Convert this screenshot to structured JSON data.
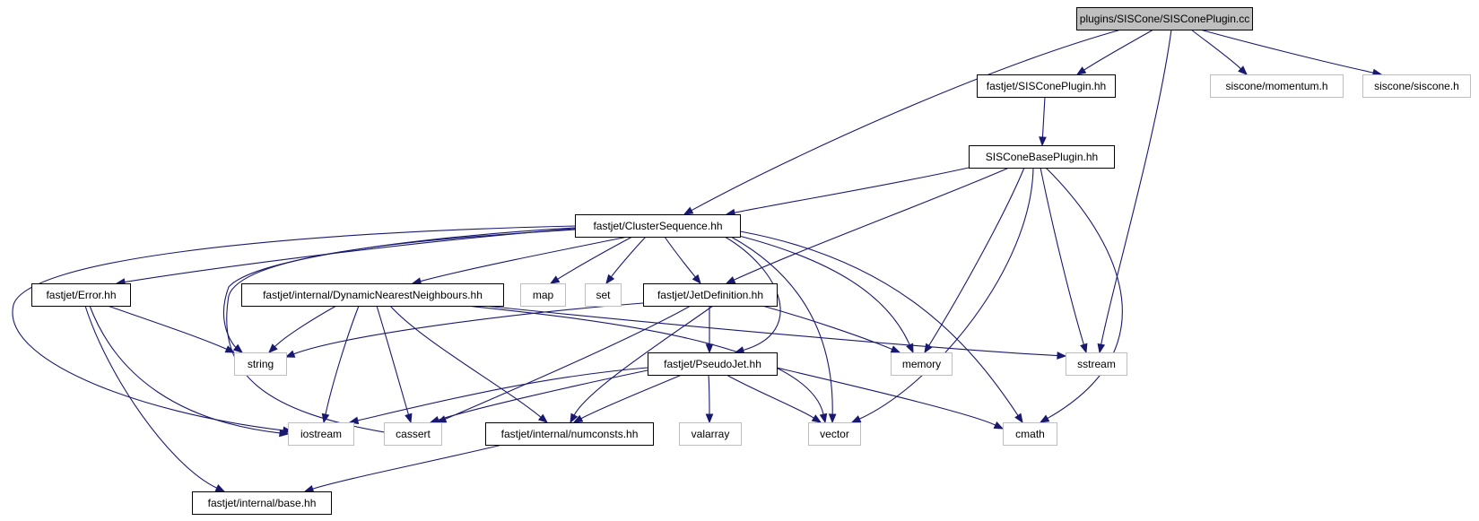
{
  "colors": {
    "edge": "#191970",
    "root_fill": "#bfbfbf",
    "documented_border": "#000000",
    "external_border": "#bfbfbf",
    "background": "#ffffff"
  },
  "nodes": [
    {
      "id": "root",
      "label": "plugins/SISCone/SISConePlugin.cc",
      "kind": "root"
    },
    {
      "id": "sisconeplugin_hh",
      "label": "fastjet/SISConePlugin.hh",
      "kind": "documented"
    },
    {
      "id": "momentum_h",
      "label": "siscone/momentum.h",
      "kind": "external"
    },
    {
      "id": "siscone_h",
      "label": "siscone/siscone.h",
      "kind": "external"
    },
    {
      "id": "sisconebase_hh",
      "label": "SISConeBasePlugin.hh",
      "kind": "documented"
    },
    {
      "id": "clusterseq_hh",
      "label": "fastjet/ClusterSequence.hh",
      "kind": "documented"
    },
    {
      "id": "error_hh",
      "label": "fastjet/Error.hh",
      "kind": "documented"
    },
    {
      "id": "dnn_hh",
      "label": "fastjet/internal/DynamicNearestNeighbours.hh",
      "kind": "documented"
    },
    {
      "id": "map",
      "label": "map",
      "kind": "external"
    },
    {
      "id": "set",
      "label": "set",
      "kind": "external"
    },
    {
      "id": "jetdef_hh",
      "label": "fastjet/JetDefinition.hh",
      "kind": "documented"
    },
    {
      "id": "string",
      "label": "string",
      "kind": "external"
    },
    {
      "id": "memory",
      "label": "memory",
      "kind": "external"
    },
    {
      "id": "sstream",
      "label": "sstream",
      "kind": "external"
    },
    {
      "id": "pseudojet_hh",
      "label": "fastjet/PseudoJet.hh",
      "kind": "documented"
    },
    {
      "id": "iostream",
      "label": "iostream",
      "kind": "external"
    },
    {
      "id": "cassert",
      "label": "cassert",
      "kind": "external"
    },
    {
      "id": "numconsts_hh",
      "label": "fastjet/internal/numconsts.hh",
      "kind": "documented"
    },
    {
      "id": "valarray",
      "label": "valarray",
      "kind": "external"
    },
    {
      "id": "vector",
      "label": "vector",
      "kind": "external"
    },
    {
      "id": "cmath",
      "label": "cmath",
      "kind": "external"
    },
    {
      "id": "base_hh",
      "label": "fastjet/internal/base.hh",
      "kind": "documented"
    }
  ],
  "edges": [
    [
      "root",
      "clusterseq_hh"
    ],
    [
      "root",
      "sisconeplugin_hh"
    ],
    [
      "root",
      "sstream"
    ],
    [
      "root",
      "momentum_h"
    ],
    [
      "root",
      "siscone_h"
    ],
    [
      "sisconeplugin_hh",
      "sisconebase_hh"
    ],
    [
      "sisconebase_hh",
      "clusterseq_hh"
    ],
    [
      "sisconebase_hh",
      "jetdef_hh"
    ],
    [
      "sisconebase_hh",
      "memory"
    ],
    [
      "sisconebase_hh",
      "vector"
    ],
    [
      "sisconebase_hh",
      "sstream"
    ],
    [
      "sisconebase_hh",
      "cmath"
    ],
    [
      "clusterseq_hh",
      "error_hh"
    ],
    [
      "clusterseq_hh",
      "iostream"
    ],
    [
      "clusterseq_hh",
      "string"
    ],
    [
      "clusterseq_hh",
      "cassert"
    ],
    [
      "clusterseq_hh",
      "dnn_hh"
    ],
    [
      "clusterseq_hh",
      "map"
    ],
    [
      "clusterseq_hh",
      "set"
    ],
    [
      "clusterseq_hh",
      "jetdef_hh"
    ],
    [
      "clusterseq_hh",
      "pseudojet_hh"
    ],
    [
      "clusterseq_hh",
      "vector"
    ],
    [
      "clusterseq_hh",
      "memory"
    ],
    [
      "clusterseq_hh",
      "cmath"
    ],
    [
      "error_hh",
      "string"
    ],
    [
      "error_hh",
      "iostream"
    ],
    [
      "error_hh",
      "base_hh"
    ],
    [
      "dnn_hh",
      "string"
    ],
    [
      "dnn_hh",
      "iostream"
    ],
    [
      "dnn_hh",
      "cassert"
    ],
    [
      "dnn_hh",
      "numconsts_hh"
    ],
    [
      "dnn_hh",
      "vector"
    ],
    [
      "dnn_hh",
      "sstream"
    ],
    [
      "jetdef_hh",
      "string"
    ],
    [
      "jetdef_hh",
      "cassert"
    ],
    [
      "jetdef_hh",
      "memory"
    ],
    [
      "jetdef_hh",
      "pseudojet_hh"
    ],
    [
      "jetdef_hh",
      "numconsts_hh"
    ],
    [
      "pseudojet_hh",
      "iostream"
    ],
    [
      "pseudojet_hh",
      "cassert"
    ],
    [
      "pseudojet_hh",
      "numconsts_hh"
    ],
    [
      "pseudojet_hh",
      "valarray"
    ],
    [
      "pseudojet_hh",
      "vector"
    ],
    [
      "pseudojet_hh",
      "cmath"
    ],
    [
      "numconsts_hh",
      "base_hh"
    ]
  ]
}
